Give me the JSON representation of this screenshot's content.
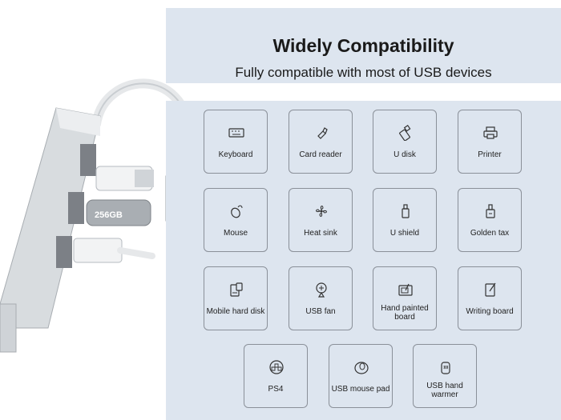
{
  "header": {
    "title": "Widely Compatibility",
    "subtitle": "Fully compatible with most of USB devices"
  },
  "product": {
    "flash_drive_label": "256GB"
  },
  "devices": [
    {
      "label": "Keyboard",
      "icon": "keyboard-icon"
    },
    {
      "label": "Card reader",
      "icon": "card-reader-icon"
    },
    {
      "label": "U disk",
      "icon": "u-disk-icon"
    },
    {
      "label": "Printer",
      "icon": "printer-icon"
    },
    {
      "label": "Mouse",
      "icon": "mouse-icon"
    },
    {
      "label": "Heat sink",
      "icon": "fan-icon"
    },
    {
      "label": "U shield",
      "icon": "u-shield-icon"
    },
    {
      "label": "Golden tax",
      "icon": "golden-tax-icon"
    },
    {
      "label": "Mobile hard disk",
      "icon": "hard-disk-icon"
    },
    {
      "label": "USB fan",
      "icon": "usb-fan-icon"
    },
    {
      "label": "Hand painted board",
      "icon": "drawing-tablet-icon"
    },
    {
      "label": "Writing board",
      "icon": "writing-board-icon"
    },
    {
      "label": "PS4",
      "icon": "gamepad-icon"
    },
    {
      "label": "USB mouse pad",
      "icon": "mouse-pad-icon"
    },
    {
      "label": "USB hand warmer",
      "icon": "hand-warmer-icon"
    }
  ]
}
